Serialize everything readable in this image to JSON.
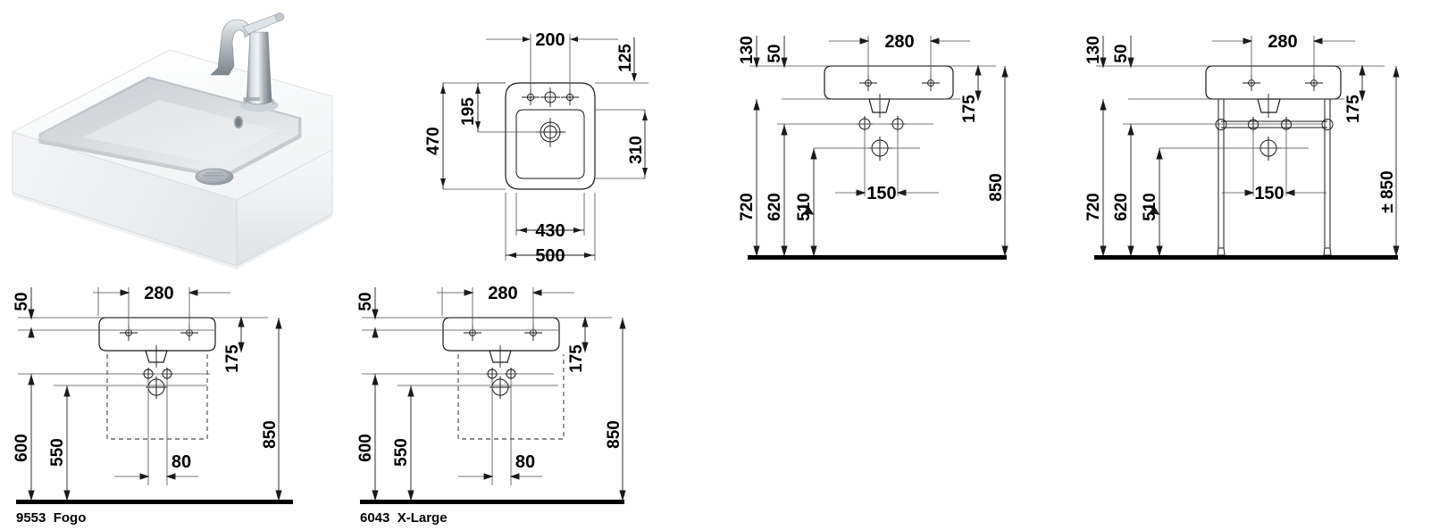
{
  "document": {
    "type": "technical-dimension-drawing",
    "subject": "rectangular washbasin with three tap holes",
    "units": "mm"
  },
  "product_photo": {
    "name": "washbasin-product-photo",
    "description": "white rectangular ceramic washbasin with chrome single-lever faucet",
    "colors": {
      "ceramic_light": "#ffffff",
      "ceramic_shade": "#e9ebed",
      "basin_interior": "#d6d9dc",
      "chrome_light": "#e4e7ea",
      "chrome_mid": "#a8aeb4",
      "chrome_dark": "#6f767d",
      "outline": "#c9ced3"
    }
  },
  "views": [
    {
      "id": "top-view",
      "name": "plan-view",
      "dimensions": {
        "width_overall": "500",
        "width_inner": "430",
        "depth_overall": "470",
        "depth_inner": "310",
        "tap_hole_spacing": "200",
        "tap_hole_offset_front": "195",
        "back_offset": "125"
      },
      "labels": [
        "200",
        "125",
        "195",
        "470",
        "310",
        "430",
        "500"
      ]
    },
    {
      "id": "front-elevation-wall",
      "name": "front-elevation-wall-mounted",
      "dimensions": {
        "top_offset": "130",
        "second_offset": "50",
        "tap_hole_spacing": "280",
        "basin_height": "175",
        "rim_height": "850",
        "supply_height": "720",
        "trap_height": "620",
        "drain_height": "510",
        "drain_spacing": "150"
      },
      "labels": [
        "130",
        "50",
        "280",
        "175",
        "850",
        "720",
        "620",
        "510",
        "150"
      ]
    },
    {
      "id": "front-elevation-console",
      "name": "front-elevation-with-metal-console",
      "dimensions": {
        "top_offset": "130",
        "second_offset": "50",
        "tap_hole_spacing": "280",
        "basin_height": "175",
        "rim_height": "± 850",
        "supply_height": "720",
        "trap_height": "620",
        "drain_height": "510",
        "drain_spacing": "150"
      },
      "labels": [
        "130",
        "50",
        "280",
        "175",
        "± 850",
        "720",
        "620",
        "510",
        "150"
      ]
    },
    {
      "id": "elevation-fogo",
      "name": "front-elevation-fogo-vanity",
      "part_label": "9553  Fogo",
      "dimensions": {
        "top_offset": "50",
        "tap_hole_spacing": "280",
        "basin_height": "175",
        "rim_height": "850",
        "cabinet_height": "600",
        "cabinet_inner": "550",
        "drain_offset": "80"
      },
      "labels": [
        "50",
        "280",
        "175",
        "850",
        "600",
        "550",
        "80"
      ]
    },
    {
      "id": "elevation-xlarge",
      "name": "front-elevation-x-large-vanity",
      "part_label": "6043  X-Large",
      "dimensions": {
        "top_offset": "50",
        "tap_hole_spacing": "280",
        "basin_height": "175",
        "rim_height": "850",
        "cabinet_height": "600",
        "cabinet_inner": "550",
        "drain_offset": "80"
      },
      "labels": [
        "50",
        "280",
        "175",
        "850",
        "600",
        "550",
        "80"
      ]
    }
  ],
  "dim_text": {
    "d200": "200",
    "d125": "125",
    "d195": "195",
    "d470": "470",
    "d310": "310",
    "d430": "430",
    "d500": "500",
    "d130": "130",
    "d50": "50",
    "d280": "280",
    "d175": "175",
    "d850": "850",
    "d850pm": "± 850",
    "d720": "720",
    "d620": "620",
    "d510": "510",
    "d150": "150",
    "d600": "600",
    "d550": "550",
    "d80": "80"
  },
  "part_labels": {
    "fogo": "9553  Fogo",
    "xlarge": "6043  X-Large"
  },
  "style_colors": {
    "line": "#1a1a1a",
    "thin_line": "#4d4d4d",
    "floor": "#000000",
    "background": "#ffffff"
  }
}
